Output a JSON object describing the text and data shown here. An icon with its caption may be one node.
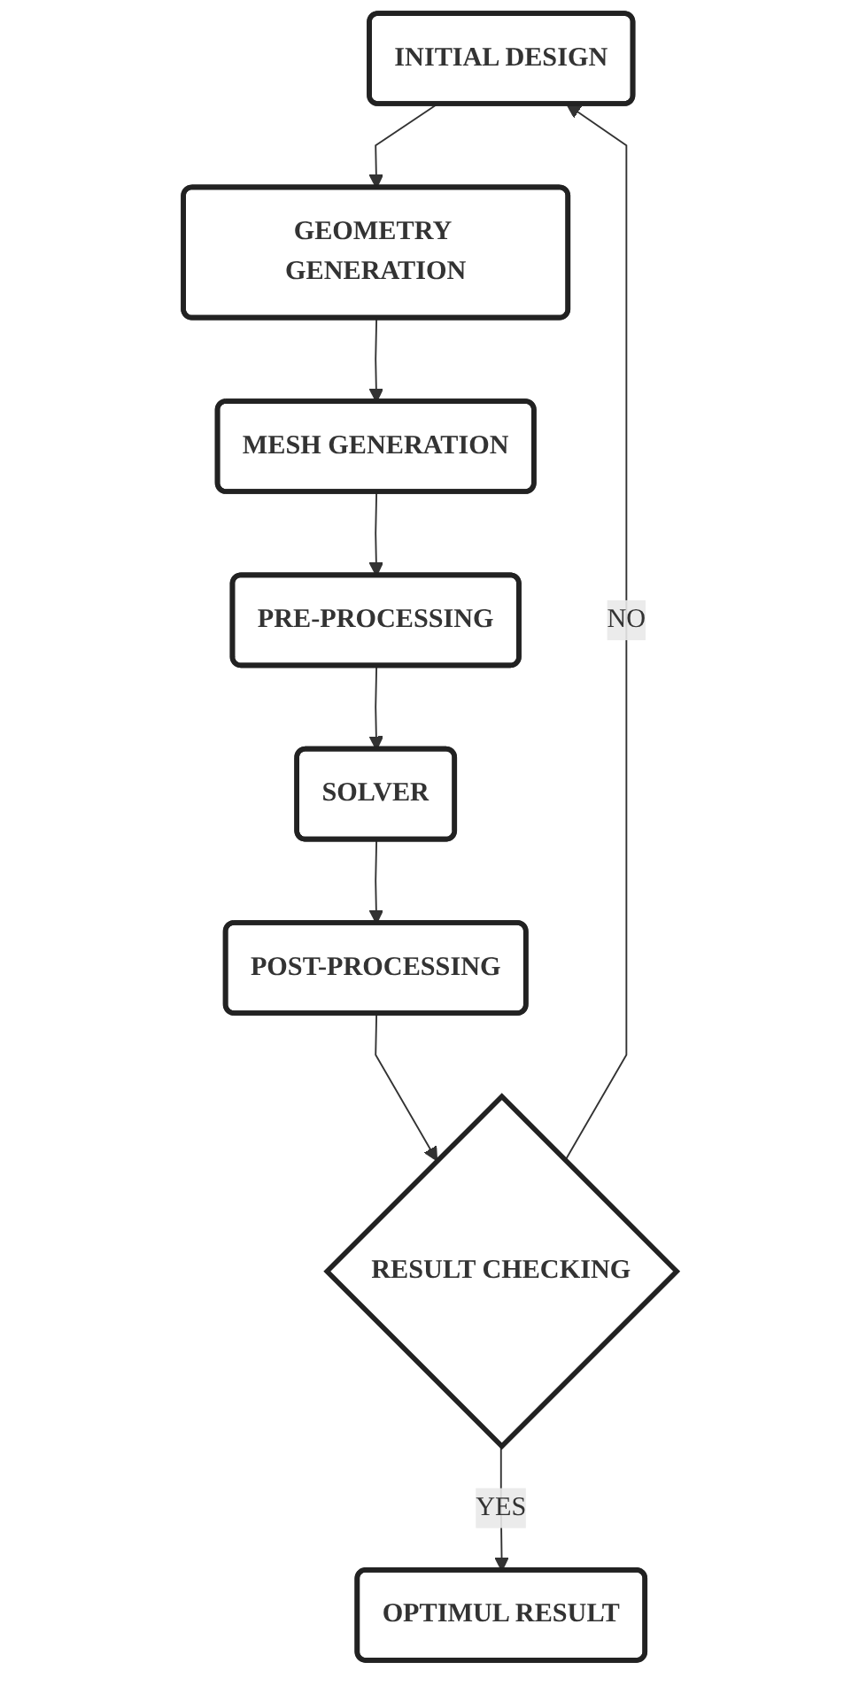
{
  "diagram": {
    "nodes": [
      {
        "text": [
          "INITIAL DESIGN"
        ]
      },
      {
        "text": [
          "GEOMETRY GENERATION"
        ]
      },
      {
        "text": [
          "MESH GENERATION"
        ]
      },
      {
        "text": [
          "PRE-PROCESSING"
        ]
      },
      {
        "text": [
          "SOLVER"
        ]
      },
      {
        "text": [
          "POST-PROCESSING"
        ]
      },
      {
        "text": [
          "RESULT CHECKING"
        ]
      },
      {
        "text": [
          "OPTIMUL RESULT"
        ]
      }
    ],
    "edges": [
      {
        "from": 0,
        "to": 1,
        "arrow": "to"
      },
      {
        "from": 1,
        "to": 2,
        "arrow": "to"
      },
      {
        "from": 2,
        "to": 3,
        "arrow": "to"
      },
      {
        "from": 3,
        "to": 4,
        "arrow": "to"
      },
      {
        "from": 4,
        "to": 5,
        "arrow": "to"
      },
      {
        "from": 5,
        "to": 6,
        "arrow": "to"
      },
      {
        "from": 6,
        "to": 0,
        "label": "NO",
        "arrow": "to"
      },
      {
        "from": 6,
        "to": 7,
        "label": "YES",
        "arrow": "to"
      }
    ]
  }
}
